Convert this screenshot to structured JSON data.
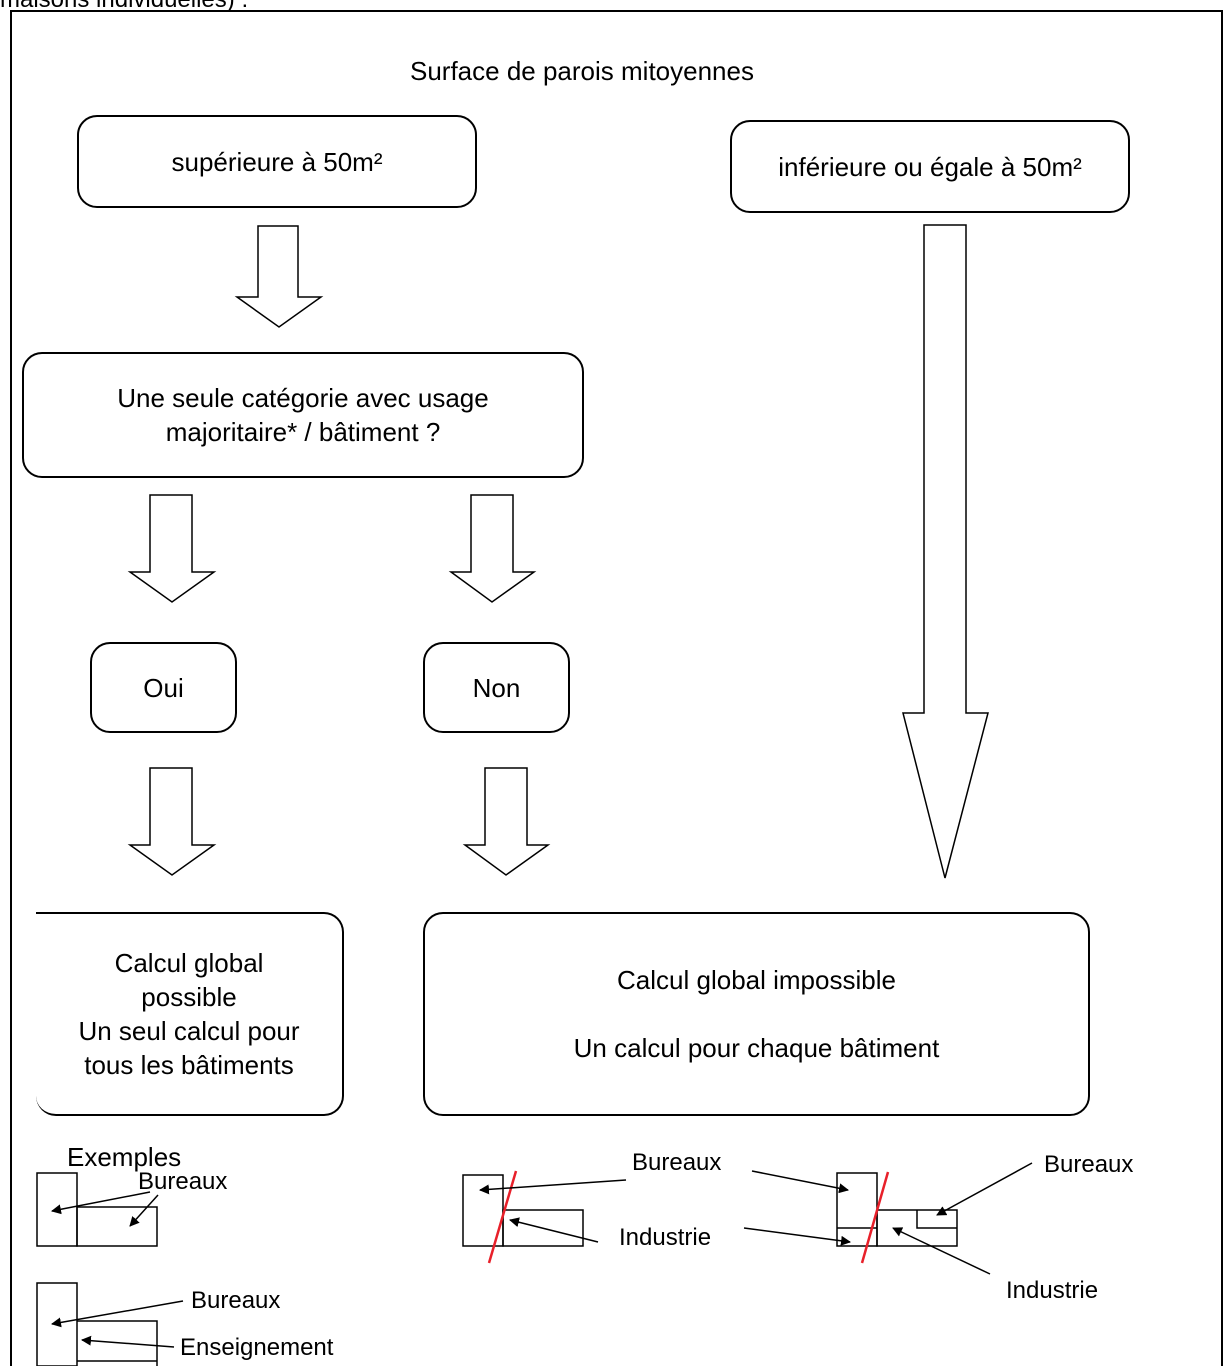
{
  "header_text": "maisons individuelles) :",
  "title": "Surface de parois mitoyennes",
  "boxes": {
    "superieure": "supérieure à 50m²",
    "inferieure": "inférieure ou égale à 50m²",
    "question_line1": "Une seule catégorie avec usage",
    "question_line2": "majoritaire* / bâtiment ?",
    "oui": "Oui",
    "non": "Non",
    "global_possible_line1": "Calcul global",
    "global_possible_line2": "possible",
    "global_possible_line3": "Un seul calcul pour",
    "global_possible_line4": "tous les bâtiments",
    "global_impossible_line1": "Calcul global impossible",
    "global_impossible_line2": "Un calcul pour chaque bâtiment"
  },
  "examples": {
    "heading": "Exemples",
    "ex1_label": "Bureaux",
    "ex2_label1": "Bureaux",
    "ex2_label2": "Enseignement",
    "ex3_label1": "Bureaux",
    "ex3_label2": "Industrie",
    "ex4_label1": "Bureaux",
    "ex4_label2": "Industrie"
  },
  "colors": {
    "line": "#000000",
    "separator": "#e8202a",
    "background": "#ffffff"
  }
}
